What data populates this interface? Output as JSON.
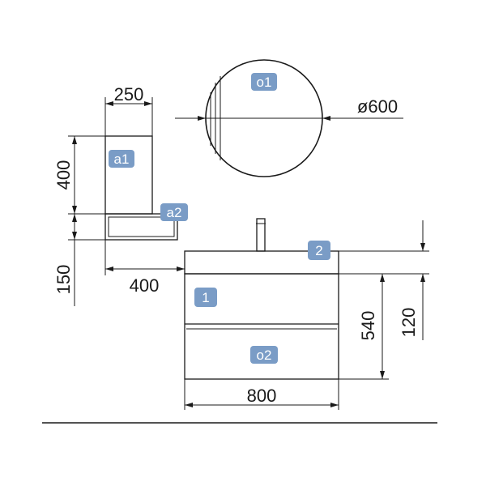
{
  "dimensions": {
    "shelf_width": "250",
    "shelf_height": "400",
    "shelf_depth": "400",
    "shelf_gap": "150",
    "mirror_diameter": "ø600",
    "cabinet_width": "800",
    "cabinet_height": "540",
    "top_height": "120"
  },
  "badges": {
    "mirror": "o1",
    "shelf": "a1",
    "shelf_base": "a2",
    "worktop": "2",
    "drawer_top": "1",
    "drawer_bottom": "o2"
  },
  "colors": {
    "badge": "#7a9cc6",
    "line": "#1a1a1a"
  }
}
